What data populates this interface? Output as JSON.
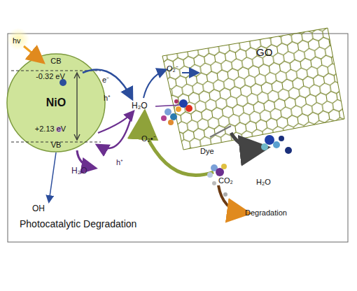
{
  "diagram": {
    "nodes": [
      {
        "text": [
          "CB",
          "-0.32 eV",
          "NiO",
          "+2.13 eV",
          "VB"
        ]
      },
      {
        "text": [
          "GO"
        ]
      }
    ],
    "labels": [
      "hv",
      "e⁻",
      "h⁺",
      "H₂O",
      "O₂⁻",
      "O₂•⁻",
      "H₂O",
      "h⁺",
      "OH",
      "Dye",
      "CO₂",
      "H₂O",
      "Degradation",
      "Photocatalytic Degradation"
    ]
  }
}
